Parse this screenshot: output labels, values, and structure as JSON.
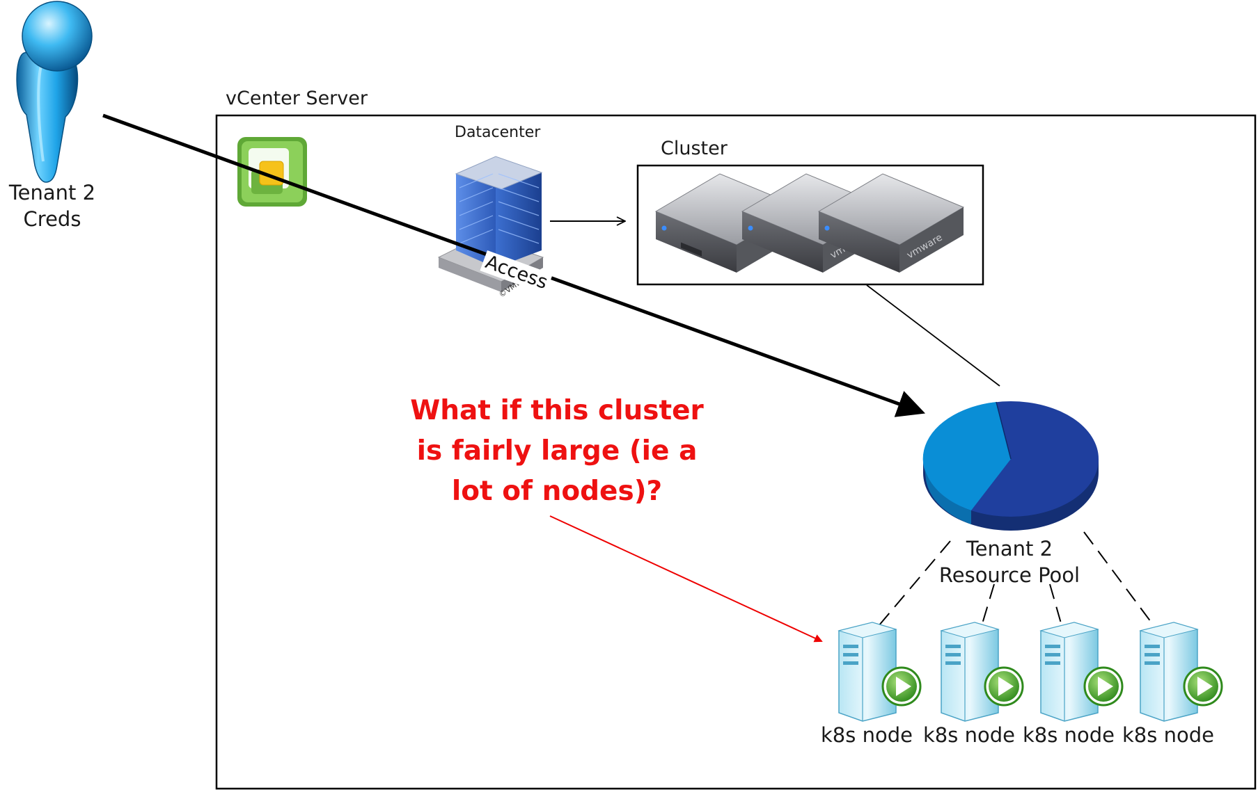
{
  "labels": {
    "tenant_creds": [
      "Tenant 2",
      "Creds"
    ],
    "vcenter_server": "vCenter Server",
    "datacenter": "Datacenter",
    "cluster": "Cluster",
    "resource_pool": [
      "Tenant 2",
      "Resource Pool"
    ],
    "access": "Access",
    "vmware_copyright": "©VMw",
    "vmware_logo": "vmware",
    "question": [
      "What if this cluster",
      "is fairly large (ie a",
      "lot of nodes)?"
    ],
    "k8s_nodes": [
      "k8s node",
      "k8s node",
      "k8s node",
      "k8s node"
    ]
  },
  "colors": {
    "question": "#ee1111",
    "pie_light": "#0a8ed6",
    "pie_dark": "#1f3f9e",
    "vsphere_green": "#6db33f",
    "vsphere_yellow": "#f6c21a"
  },
  "resource_pool_split": [
    0.44,
    0.56
  ],
  "icons": {
    "user": "user-icon",
    "vsphere": "vsphere-icon",
    "datacenter": "building-icon",
    "server": "server-icon",
    "pie": "pie-chart-icon",
    "vm": "vm-icon"
  }
}
